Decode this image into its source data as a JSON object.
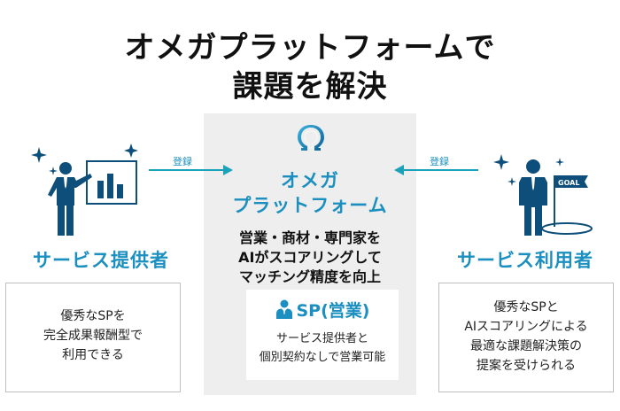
{
  "title": {
    "line1": "オメガプラットフォームで",
    "line2": "課題を解決"
  },
  "center": {
    "name_line1": "オメガ",
    "name_line2": "プラットフォーム",
    "description": [
      "営業・商材・専門家を",
      "AIがスコアリングして",
      "マッチング精度を向上"
    ],
    "sp_card": {
      "title": "SP(営業)",
      "description": [
        "サービス提供者と",
        "個別契約なしで営業可能"
      ]
    }
  },
  "left": {
    "heading": "サービス提供者",
    "arrow_label": "登録",
    "description": [
      "優秀なSPを",
      "完全成果報酬型で",
      "利用できる"
    ]
  },
  "right": {
    "heading": "サービス利用者",
    "arrow_label": "登録",
    "goal_flag": "GOAL",
    "description": [
      "優秀なSPと",
      "AIスコアリングによる",
      "最適な課題解決策の",
      "提案を受けられる"
    ]
  },
  "colors": {
    "accent": "#1a8fc0",
    "illustration": "#0d4f7a",
    "panel": "#eeeeee",
    "arrow": "#1aa3b8"
  },
  "icons": [
    "omega-logo-icon",
    "presenter-icon",
    "bar-chart-icon",
    "sparkle-icon",
    "goal-person-icon",
    "goal-flag-icon",
    "person-icon",
    "arrow-right-icon",
    "arrow-left-icon"
  ]
}
